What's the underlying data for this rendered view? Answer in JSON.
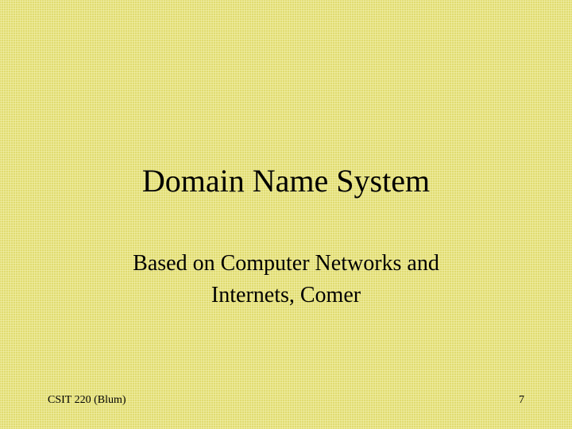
{
  "slide": {
    "title": "Domain Name System",
    "subtitle_lines": [
      "Based on Computer Networks and",
      "Internets, Comer"
    ],
    "footer_left": "CSIT 220 (Blum)",
    "page_number": "7"
  },
  "colors": {
    "background": "#e7e37a",
    "text": "#000000"
  }
}
